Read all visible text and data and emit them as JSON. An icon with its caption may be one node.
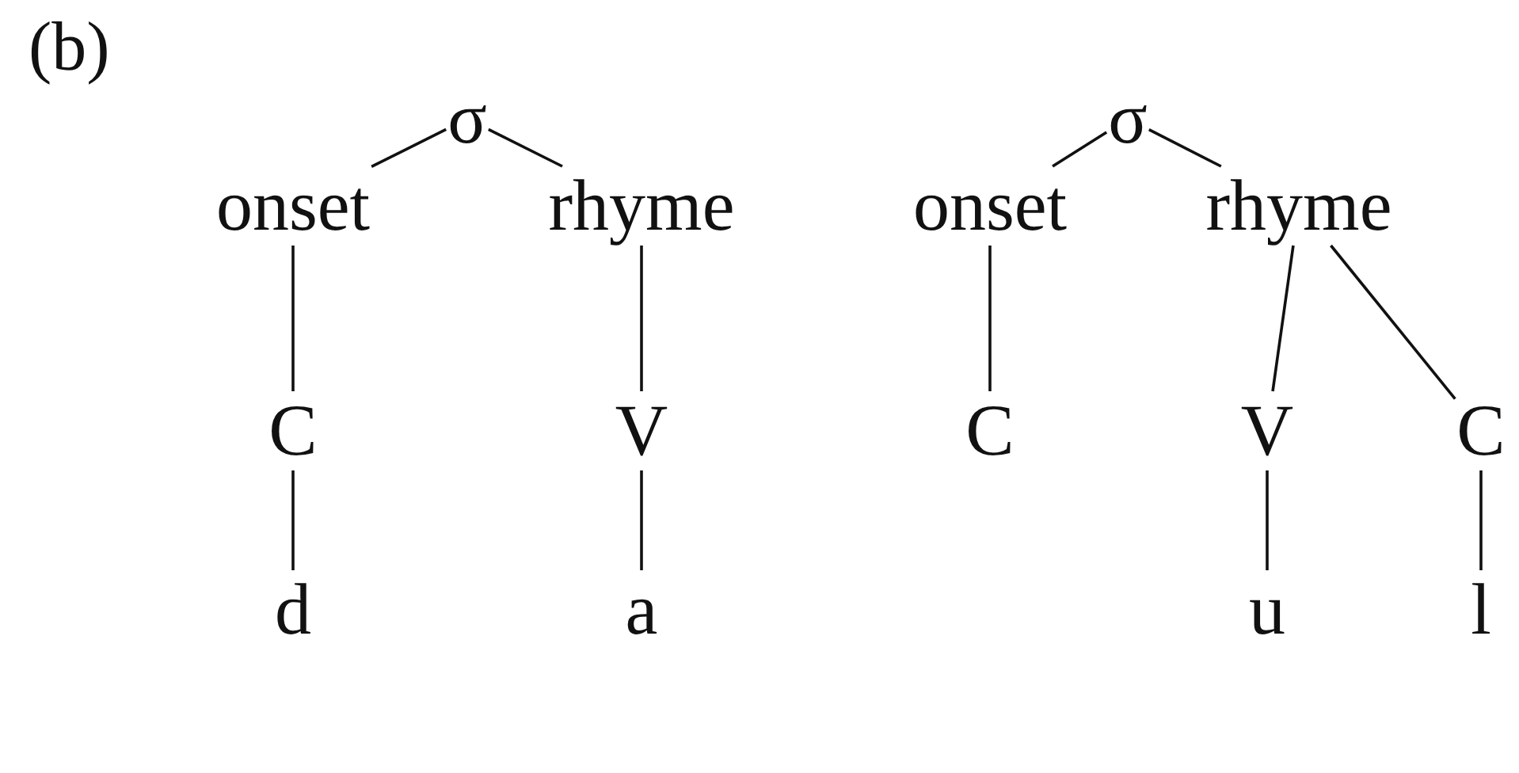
{
  "diagram": {
    "nodes": [
      {
        "text": [
          "σ"
        ]
      },
      {
        "text": [
          "onset"
        ]
      },
      {
        "text": [
          "rhyme"
        ]
      },
      {
        "text": [
          "C"
        ]
      },
      {
        "text": [
          "V"
        ]
      },
      {
        "text": [
          "d"
        ]
      },
      {
        "text": [
          "a"
        ]
      },
      {
        "text": [
          "σ"
        ]
      },
      {
        "text": [
          "onset"
        ]
      },
      {
        "text": [
          "rhyme"
        ]
      },
      {
        "text": [
          "C"
        ]
      },
      {
        "text": [
          "V"
        ]
      },
      {
        "text": [
          "C"
        ]
      },
      {
        "text": [
          "u"
        ]
      },
      {
        "text": [
          "l"
        ]
      }
    ],
    "edges": [
      {
        "from": 0,
        "to": 1,
        "arrow": "none"
      },
      {
        "from": 0,
        "to": 2,
        "arrow": "none"
      },
      {
        "from": 1,
        "to": 3,
        "arrow": "none"
      },
      {
        "from": 2,
        "to": 4,
        "arrow": "none"
      },
      {
        "from": 3,
        "to": 5,
        "arrow": "none"
      },
      {
        "from": 4,
        "to": 6,
        "arrow": "none"
      },
      {
        "from": 7,
        "to": 8,
        "arrow": "none"
      },
      {
        "from": 7,
        "to": 9,
        "arrow": "none"
      },
      {
        "from": 8,
        "to": 10,
        "arrow": "none"
      },
      {
        "from": 9,
        "to": 11,
        "arrow": "none"
      },
      {
        "from": 9,
        "to": 12,
        "arrow": "none"
      },
      {
        "from": 11,
        "to": 13,
        "arrow": "none"
      },
      {
        "from": 12,
        "to": 14,
        "arrow": "none"
      }
    ],
    "labels": [
      "(b)"
    ]
  }
}
